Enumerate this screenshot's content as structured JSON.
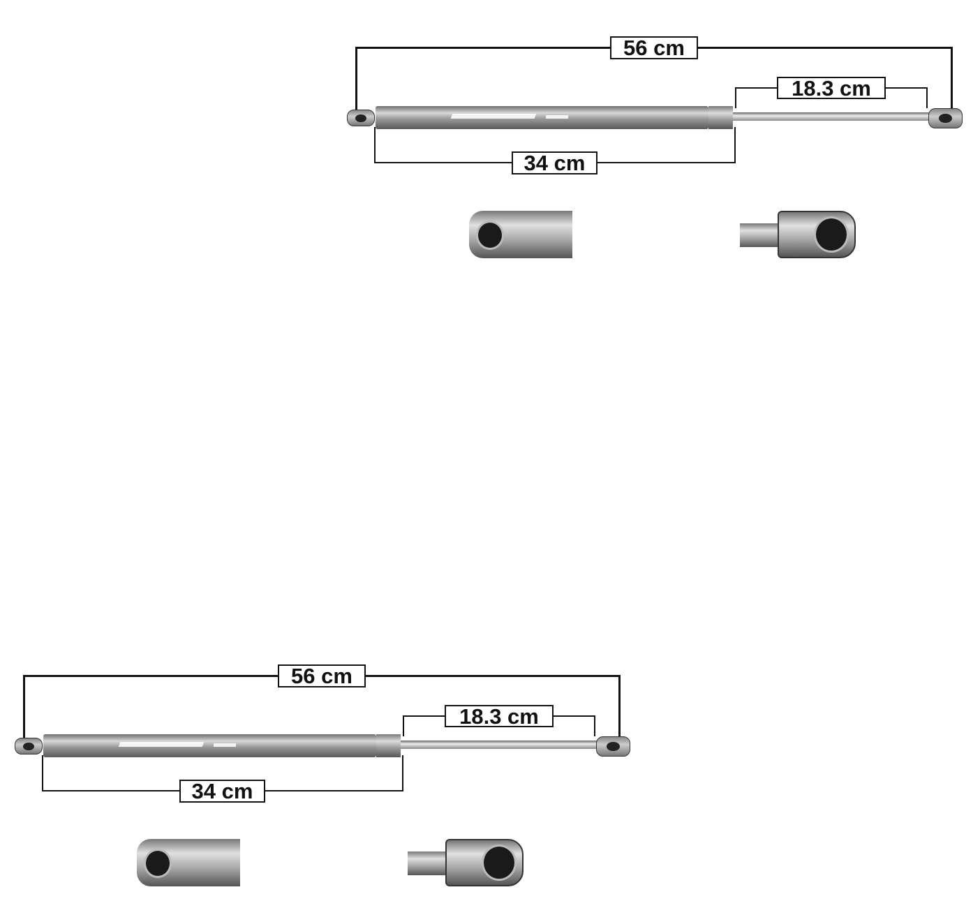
{
  "diagrams": [
    {
      "overall_length": "56 cm",
      "stroke_length": "18.3 cm",
      "body_length": "34 cm"
    },
    {
      "overall_length": "56 cm",
      "stroke_length": "18.3 cm",
      "body_length": "34 cm"
    }
  ]
}
